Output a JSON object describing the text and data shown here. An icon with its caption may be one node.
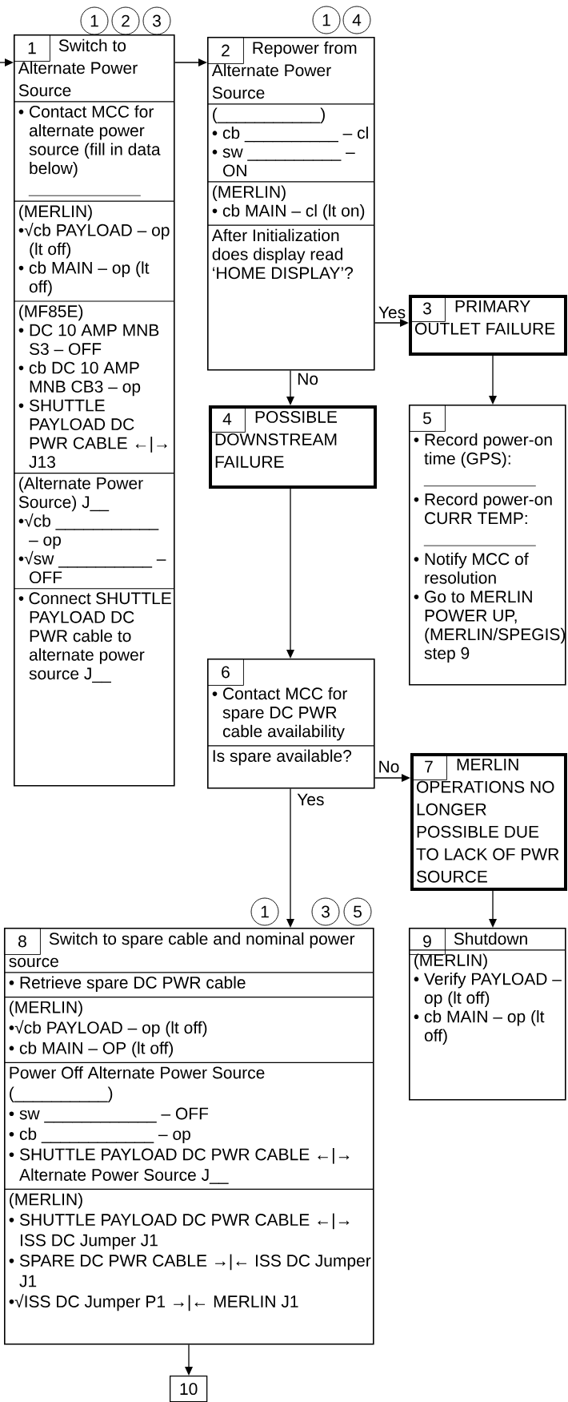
{
  "diagram": {
    "nodes": [
      {
        "text": [
          "1",
          "Switch to Alternate Power Source",
          "• Contact MCC for alternate power source (fill in data below)",
          "(MERLIN)",
          "•√cb PAYLOAD – op (lt off)",
          "• cb MAIN – op (lt off)",
          "(MF85E)",
          "• DC 10 AMP MNB S3 – OFF",
          "• cb DC 10 AMP MNB CB3 – op",
          "• SHUTTLE PAYLOAD DC PWR CABLE ←|→ J13",
          "(Alternate Power Source) J__",
          "•√cb ___________ – op",
          "•√sw __________ – OFF",
          "• Connect SHUTTLE PAYLOAD DC PWR cable to alternate power source J__"
        ],
        "beside": [
          "1",
          "2",
          "3"
        ]
      },
      {
        "text": [
          "2",
          "Repower from Alternate Power Source",
          "(___________)",
          "• cb __________ – cl",
          "• sw __________ – ON",
          "(MERLIN)",
          "• cb MAIN – cl (lt on)",
          "After Initialization does display read ‘HOME DISPLAY’?"
        ],
        "beside": [
          "1",
          "4"
        ]
      },
      {
        "text": [
          "3",
          "PRIMARY OUTLET FAILURE"
        ]
      },
      {
        "text": [
          "4",
          "POSSIBLE DOWNSTREAM FAILURE"
        ]
      },
      {
        "text": [
          "5",
          "• Record power-on time (GPS):",
          "• Record power-on CURR TEMP:",
          "• Notify MCC of resolution",
          "• Go to MERLIN POWER UP, (MERLIN/SPEGIS) step 9"
        ]
      },
      {
        "text": [
          "6",
          "• Contact MCC for spare DC PWR cable availability",
          "Is spare available?"
        ]
      },
      {
        "text": [
          "7",
          "MERLIN OPERATIONS NO LONGER POSSIBLE DUE TO LACK OF PWR SOURCE"
        ]
      },
      {
        "text": [
          "8",
          "Switch to spare cable and nominal power source",
          "• Retrieve spare DC PWR cable",
          "(MERLIN)",
          "•√cb PAYLOAD – op (lt off)",
          "• cb MAIN – OP (lt off)",
          "Power Off Alternate Power Source (__________)",
          "• sw ____________ – OFF",
          "• cb ____________ – op",
          "• SHUTTLE PAYLOAD DC PWR CABLE ←|→ Alternate Power Source J__",
          "(MERLIN)",
          "• SHUTTLE PAYLOAD DC PWR CABLE ←|→ ISS DC Jumper J1",
          "• SPARE DC PWR CABLE →|← ISS DC Jumper J1",
          "•√ISS DC Jumper P1 →|← MERLIN J1"
        ],
        "beside": [
          "1",
          "3",
          "5"
        ]
      },
      {
        "text": [
          "9",
          "Shutdown",
          "(MERLIN)",
          "• Verify PAYLOAD – op (lt off)",
          "• cb MAIN – op (lt off)"
        ]
      },
      {
        "text": [
          "10"
        ]
      }
    ],
    "edges": [
      {
        "from": null,
        "to": 0,
        "arrow": "to"
      },
      {
        "from": 0,
        "to": 1,
        "arrow": "to"
      },
      {
        "from": 1,
        "to": 2,
        "arrow": "to",
        "label": "Yes"
      },
      {
        "from": 1,
        "to": 3,
        "arrow": "to",
        "label": "No"
      },
      {
        "from": 2,
        "to": 4,
        "arrow": "to"
      },
      {
        "from": 3,
        "to": 5,
        "arrow": "to"
      },
      {
        "from": 5,
        "to": 6,
        "arrow": "to",
        "label": "No"
      },
      {
        "from": 5,
        "to": 7,
        "arrow": "to",
        "label": "Yes"
      },
      {
        "from": 6,
        "to": 8,
        "arrow": "to"
      },
      {
        "from": 7,
        "to": 9,
        "arrow": "to"
      }
    ]
  }
}
